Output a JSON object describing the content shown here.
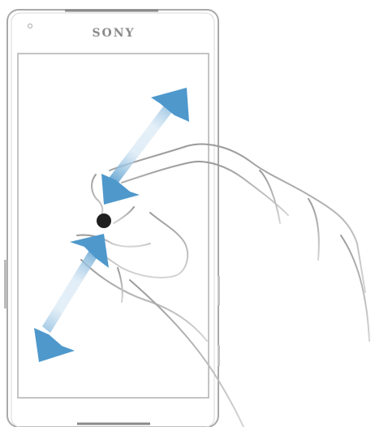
{
  "device": {
    "brand_logo": "SONY"
  },
  "illustration": {
    "gesture": "pinch-zoom",
    "icons": [
      "phone-outline",
      "two-finger-hand",
      "double-headed-arrow",
      "touch-point"
    ]
  },
  "colors": {
    "arrow_blue": "#4e98cc",
    "outline_gray": "#9a9a9a",
    "touch_point": "#1f1f1f",
    "background": "#ffffff"
  }
}
